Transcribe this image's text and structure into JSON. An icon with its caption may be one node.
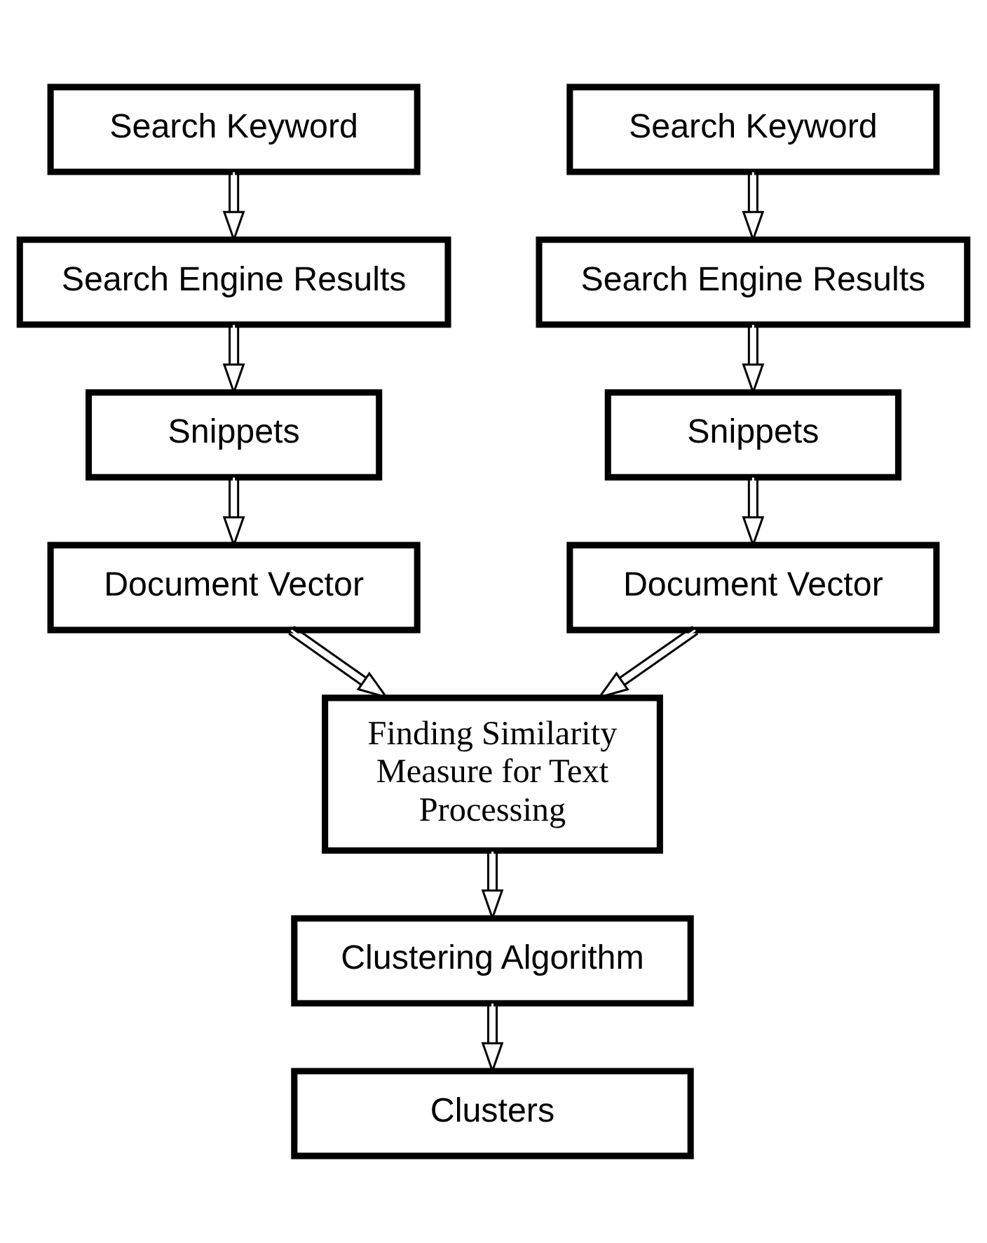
{
  "diagram": {
    "nodes": [
      {
        "text": [
          "Search Keyword"
        ]
      },
      {
        "text": [
          "Search Keyword"
        ]
      },
      {
        "text": [
          "Search Engine Results"
        ]
      },
      {
        "text": [
          "Search Engine Results"
        ]
      },
      {
        "text": [
          "Snippets"
        ]
      },
      {
        "text": [
          "Snippets"
        ]
      },
      {
        "text": [
          "Document Vector"
        ]
      },
      {
        "text": [
          "Document Vector"
        ]
      },
      {
        "text": [
          "Finding Similarity Measure for Text Processing"
        ]
      },
      {
        "text": [
          "Clustering Algorithm"
        ]
      },
      {
        "text": [
          "Clusters"
        ]
      }
    ],
    "edges": [
      {
        "from": 0,
        "to": 2,
        "arrow": "to"
      },
      {
        "from": 2,
        "to": 4,
        "arrow": "to"
      },
      {
        "from": 4,
        "to": 6,
        "arrow": "to"
      },
      {
        "from": 1,
        "to": 3,
        "arrow": "to"
      },
      {
        "from": 3,
        "to": 5,
        "arrow": "to"
      },
      {
        "from": 5,
        "to": 7,
        "arrow": "to"
      },
      {
        "from": 6,
        "to": 8,
        "arrow": "to"
      },
      {
        "from": 7,
        "to": 8,
        "arrow": "to"
      },
      {
        "from": 8,
        "to": 9,
        "arrow": "to"
      },
      {
        "from": 9,
        "to": 10,
        "arrow": "to"
      }
    ]
  }
}
